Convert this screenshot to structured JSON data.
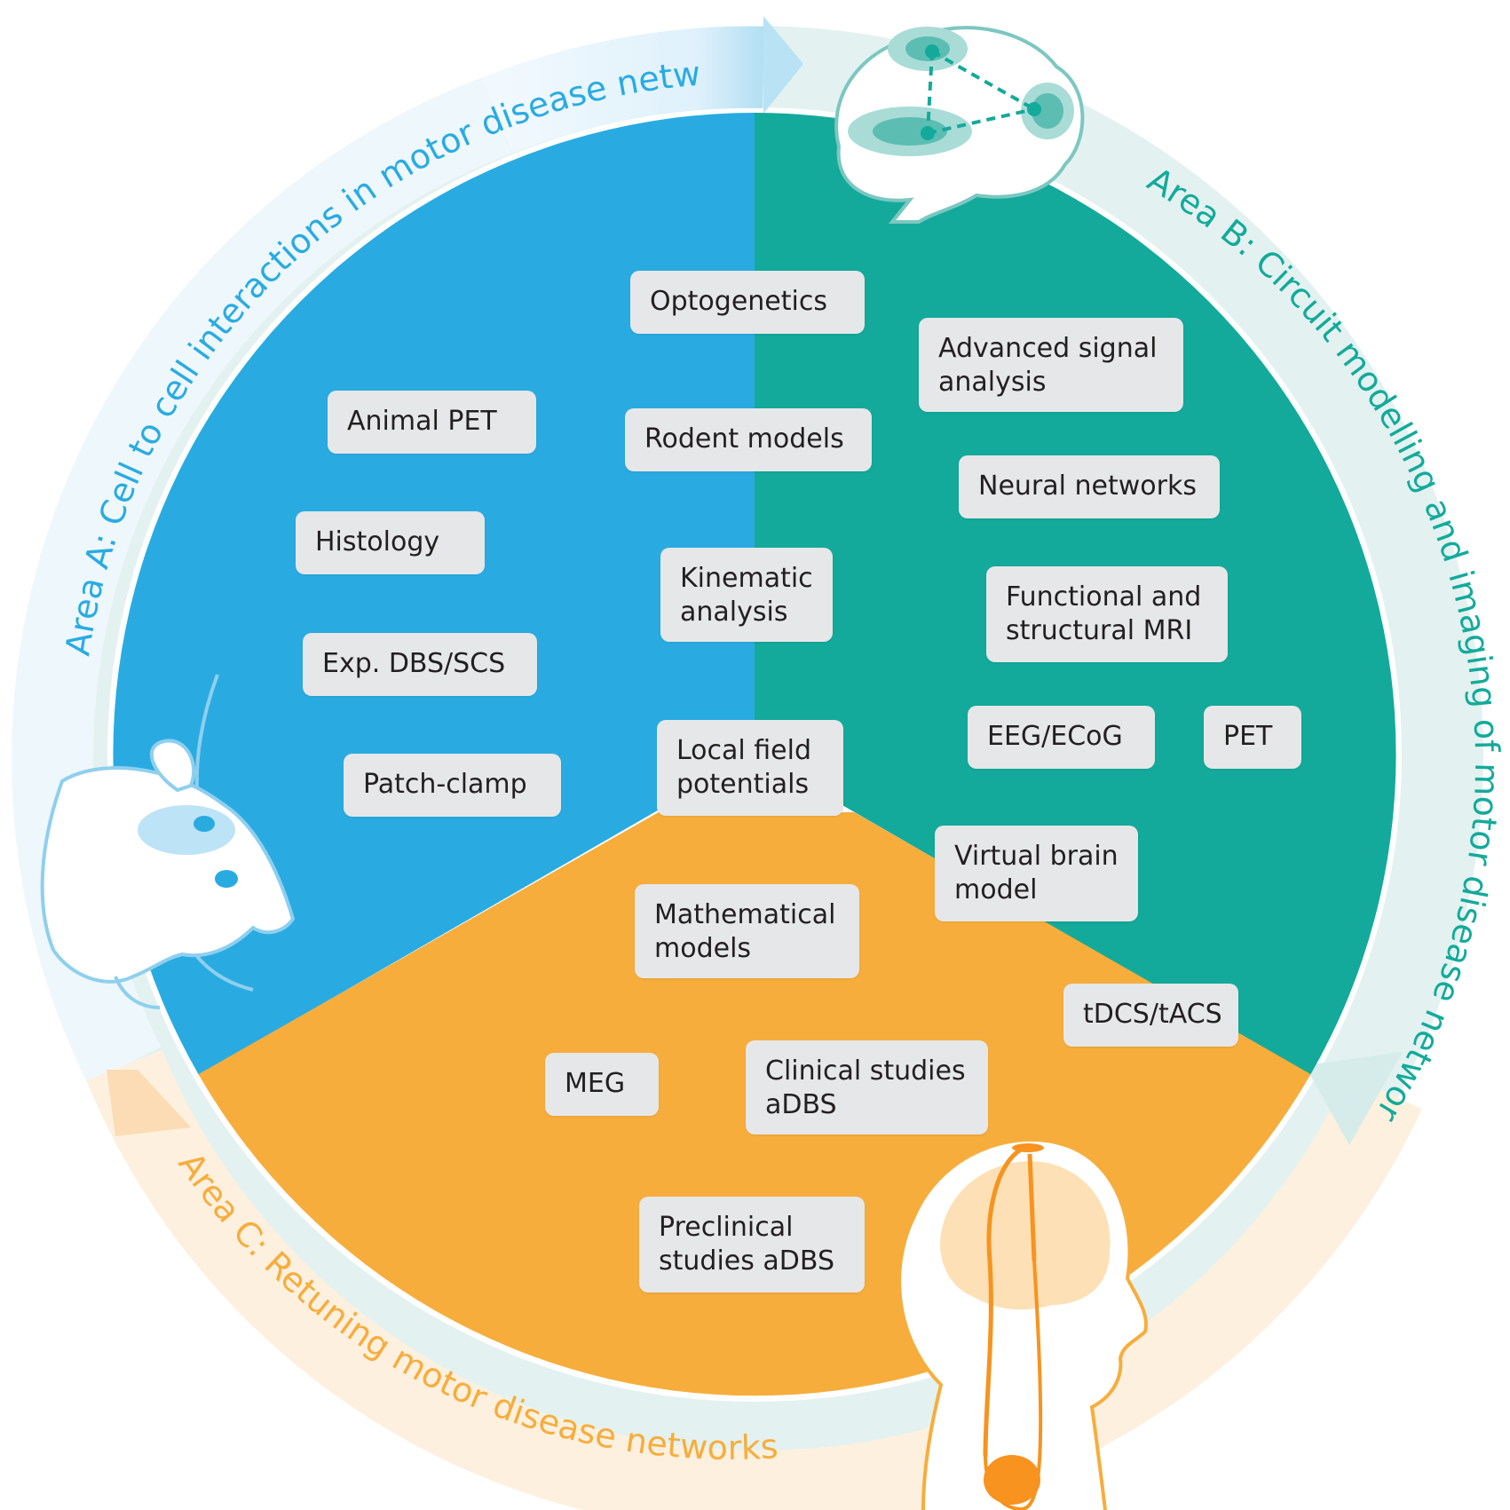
{
  "areas": {
    "a": {
      "title": "Area A: Cell to cell interactions in motor disease networks",
      "color": "#29abe2",
      "ring": "#dff1fb"
    },
    "b": {
      "title": "Area B: Circuit modelling and imaging of motor disease networks",
      "color": "#13aa9b",
      "ring": "#e3f2f0"
    },
    "c": {
      "title": "Area C: Retuning motor disease networks",
      "color": "#f7ad3c",
      "ring": "#fdebd5"
    }
  },
  "methods": {
    "optogenetics": [
      "Optogenetics"
    ],
    "advanced_signal": [
      "Advanced signal",
      "analysis"
    ],
    "animal_pet": [
      "Animal PET"
    ],
    "rodent_models": [
      "Rodent models"
    ],
    "neural_networks": [
      "Neural networks"
    ],
    "histology": [
      "Histology"
    ],
    "kinematic": [
      "Kinematic",
      "analysis"
    ],
    "mri": [
      "Functional and",
      "structural MRI"
    ],
    "exp_dbs": [
      "Exp. DBS/SCS"
    ],
    "eeg": [
      "EEG/ECoG"
    ],
    "pet": [
      "PET"
    ],
    "patch_clamp": [
      "Patch-clamp"
    ],
    "lfp": [
      "Local field",
      "potentials"
    ],
    "virtual_brain": [
      "Virtual brain",
      "model"
    ],
    "math_models": [
      "Mathematical",
      "models"
    ],
    "tdcs": [
      "tDCS/tACS"
    ],
    "meg": [
      "MEG"
    ],
    "clinical": [
      "Clinical studies",
      "aDBS"
    ],
    "preclinical": [
      "Preclinical",
      "studies aDBS"
    ]
  },
  "icons": [
    "brain-network-icon",
    "rat-icon",
    "head-stimulator-icon"
  ]
}
